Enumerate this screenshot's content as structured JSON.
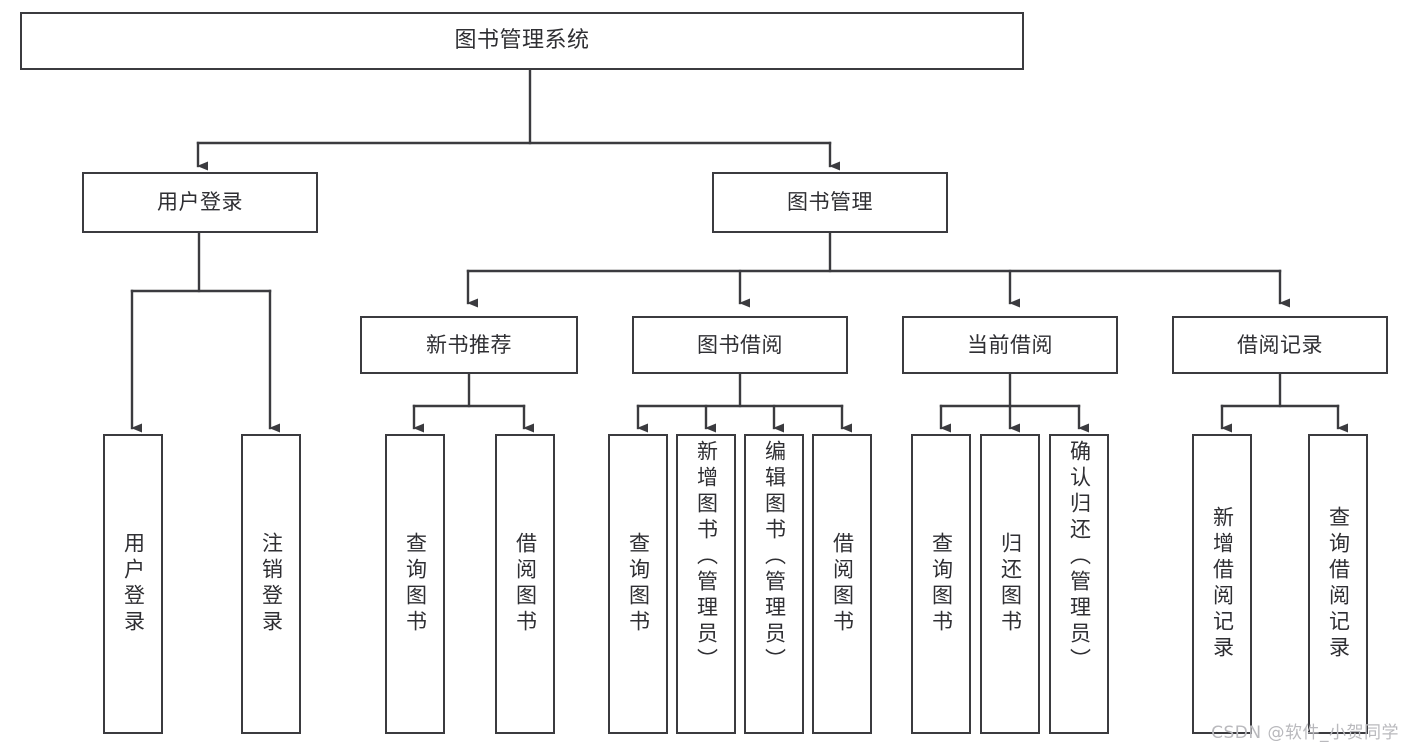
{
  "diagram": {
    "title": "图书管理系统",
    "watermark": "CSDN @软件_小贺同学",
    "line_color": "#3b3b3f",
    "text_color": "#2f2f33",
    "background": "#ffffff",
    "levels": {
      "root": {
        "label": "图书管理系统"
      },
      "level1": [
        {
          "label": "用户登录"
        },
        {
          "label": "图书管理"
        }
      ],
      "level2": [
        {
          "label": "新书推荐"
        },
        {
          "label": "图书借阅"
        },
        {
          "label": "当前借阅"
        },
        {
          "label": "借阅记录"
        }
      ],
      "leaves": {
        "user_login": [
          {
            "label": "用户登录"
          },
          {
            "label": "注销登录"
          }
        ],
        "new_book_recommend": [
          {
            "label": "查询图书"
          },
          {
            "label": "借阅图书"
          }
        ],
        "book_borrow": [
          {
            "label": "查询图书"
          },
          {
            "label": "新增图书（管理员）"
          },
          {
            "label": "编辑图书（管理员）"
          },
          {
            "label": "借阅图书"
          }
        ],
        "current_borrow": [
          {
            "label": "查询图书"
          },
          {
            "label": "归还图书"
          },
          {
            "label": "确认归还（管理员）"
          }
        ],
        "borrow_record": [
          {
            "label": "新增借阅记录"
          },
          {
            "label": "查询借阅记录"
          }
        ]
      }
    }
  }
}
